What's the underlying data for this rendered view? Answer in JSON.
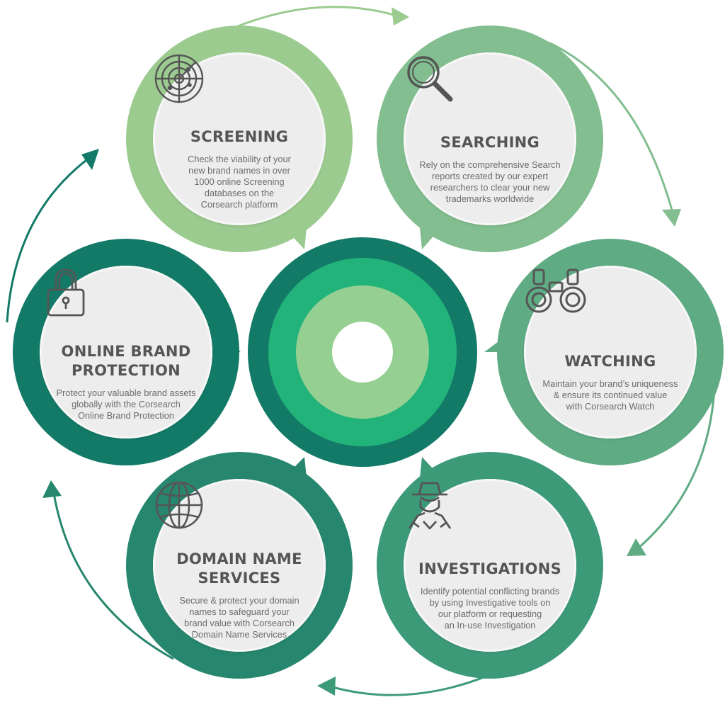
{
  "colors": {
    "screening": "#9ccb90",
    "searching": "#82be8f",
    "watching": "#5fab84",
    "investigations": "#3d9a79",
    "domain": "#27876e",
    "obp": "#137a68",
    "center_outer": "#137a68",
    "center_mid": "#22b37a",
    "center_inner": "#96cf92",
    "text_title": "#555555",
    "text_body": "#6c6c6c"
  },
  "nodes": {
    "screening": {
      "icon": "radar-icon",
      "title": "SCREENING",
      "lines": [
        "Check the viability of your",
        "new brand names in over",
        "1000 online Screening",
        "databases on the",
        "Corsearch platform"
      ]
    },
    "searching": {
      "icon": "magnifier-icon",
      "title": "SEARCHING",
      "lines": [
        "Rely on the comprehensive Search",
        "reports created by our expert",
        "researchers to clear your new",
        "trademarks worldwide"
      ]
    },
    "watching": {
      "icon": "binoculars-icon",
      "title": "WATCHING",
      "lines": [
        "Maintain your brand’s uniqueness",
        "& ensure its continued value",
        "with Corsearch Watch"
      ]
    },
    "investigations": {
      "icon": "spy-icon",
      "title": "INVESTIGATIONS",
      "lines": [
        "Identify potential conflicting brands",
        "by using Investigative tools on",
        "our platform or requesting",
        "an In-use Investigation"
      ]
    },
    "domain": {
      "icon": "globe-icon",
      "title_lines": [
        "DOMAIN NAME",
        "SERVICES"
      ],
      "lines": [
        "Secure & protect your domain",
        "names to safeguard your",
        "brand value with Corsearch",
        "Domain Name Services"
      ]
    },
    "obp": {
      "icon": "padlock-icon",
      "title_lines": [
        "ONLINE BRAND",
        "PROTECTION"
      ],
      "lines": [
        "Protect your valuable brand assets",
        "globally with the Corsearch",
        "Online Brand Protection"
      ]
    }
  }
}
